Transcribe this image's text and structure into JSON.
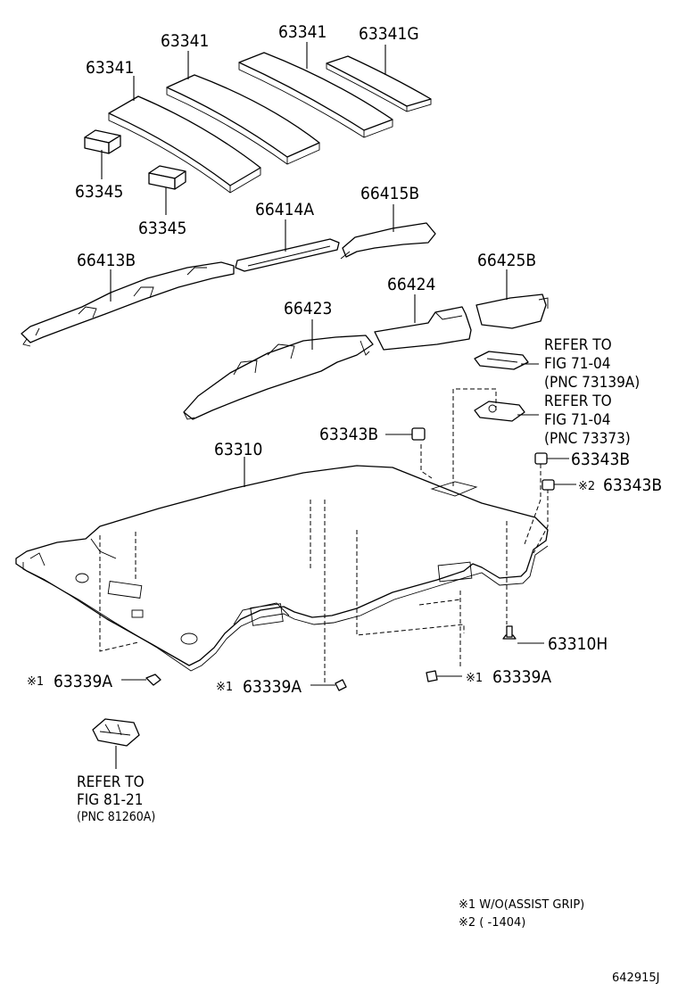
{
  "labels": {
    "pad_1": "63341",
    "pad_2": "63341",
    "pad_3": "63341",
    "pad_4": "63341G",
    "block_1": "63345",
    "block_2": "63345",
    "trim_center": "66414A",
    "trim_right": "66415B",
    "trim_left": "66413B",
    "rail_left": "66423",
    "rail_center": "66424",
    "rail_right": "66425B",
    "headliner": "63310",
    "clip_1": "63343B",
    "clip_2": "63343B",
    "clip_3": "63343B",
    "clip_3_mark": "※2",
    "pin": "63310H",
    "fastener_1": "63339A",
    "fastener_1_mark": "※1",
    "fastener_2": "63339A",
    "fastener_2_mark": "※1",
    "fastener_3": "63339A",
    "fastener_3_mark": "※1"
  },
  "references": {
    "lamp_1": {
      "line1": "REFER TO",
      "line2": "FIG 71-04",
      "line3": "(PNC 73139A)"
    },
    "lamp_2": {
      "line1": "REFER TO",
      "line2": "FIG 71-04",
      "line3": "(PNC 73373)"
    },
    "console": {
      "line1": "REFER TO",
      "line2": "FIG 81-21",
      "line3": "(PNC 81260A)"
    }
  },
  "notes": {
    "note_1": "※1 W/O(ASSIST GRIP)",
    "note_2": "※2 (      -1404)"
  },
  "figure_id": "642915J"
}
